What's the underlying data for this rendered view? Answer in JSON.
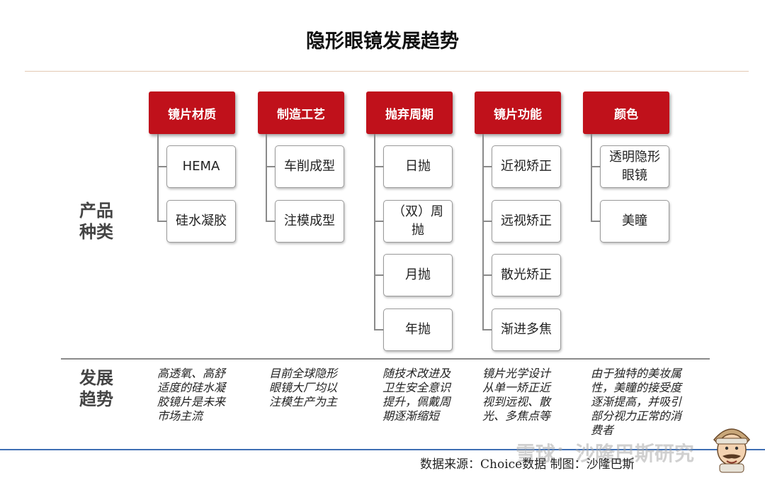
{
  "title": "隐形眼镜发展趋势",
  "sections": {
    "products_label": [
      "产品",
      "种类"
    ],
    "trends_label": [
      "发展",
      "趋势"
    ]
  },
  "categories": [
    {
      "header": "镜片材质",
      "items": [
        "HEMA",
        "硅水凝胶"
      ]
    },
    {
      "header": "制造工艺",
      "items": [
        "车削成型",
        "注模成型"
      ]
    },
    {
      "header": "抛弃周期",
      "items": [
        "日抛",
        "（双）周抛",
        "月抛",
        "年抛"
      ]
    },
    {
      "header": "镜片功能",
      "items": [
        "近视矫正",
        "远视矫正",
        "散光矫正",
        "渐进多焦"
      ]
    },
    {
      "header": "颜色",
      "items": [
        "透明隐形眼镜",
        "美瞳"
      ]
    }
  ],
  "trends": [
    "高透氧、高舒适度的硅水凝胶镜片是未来市场主流",
    "目前全球隐形眼镜大厂均以注模生产为主",
    "随技术改进及卫生安全意识提升，佩戴周期逐渐缩短",
    "镜片光学设计从单一矫正近视到远视、散光、多焦点等",
    "由于独特的美妆属性，美瞳的接受度逐渐提高，并吸引部分视力正常的消费者"
  ],
  "source": "数据来源：Choice数据    制图：沙隆巴斯",
  "watermark": "雪球：沙隆巴斯研究",
  "colors": {
    "header_bg": "#c0111b",
    "rule_blue": "#3f6fb4"
  }
}
